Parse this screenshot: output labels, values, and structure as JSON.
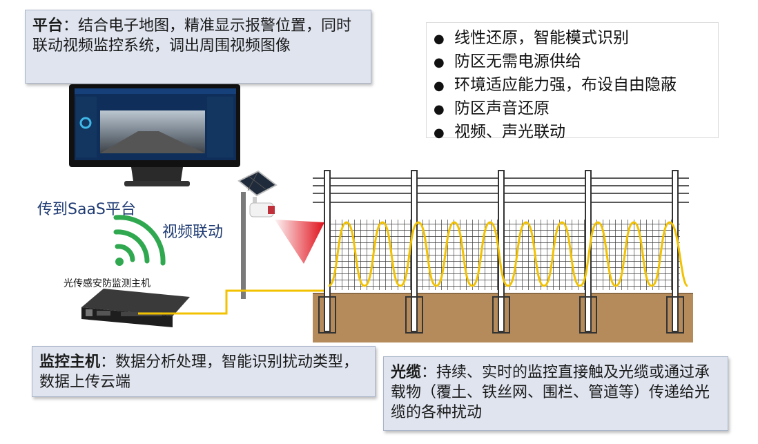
{
  "platform_callout": {
    "title": "平台",
    "text": "：结合电子地图，精准显示报警位置，同时联动视频监控系统，调出周围视频图像"
  },
  "features": [
    "线性还原，智能模式识别",
    "防区无需电源供给",
    "环境适应能力强，布设自由隐蔽",
    "防区声音还原",
    "视频、声光联动"
  ],
  "saas_label": "传到SaaS平台",
  "video_link_label": "视频联动",
  "host_label": "光传感安防监测主机",
  "host_callout": {
    "title": "监控主机",
    "text": "：数据分析处理，智能识别扰动类型，数据上传云端"
  },
  "cable_callout": {
    "title": "光缆",
    "text": "：持续、实时的监控直接触及光缆或通过承载物（覆土、铁丝网、围栏、管道等）传递给光缆的各种扰动"
  },
  "colors": {
    "callout_bg": "#dfe4ef",
    "cable": "#f2c200",
    "wifi": "#2fa84f",
    "soil": "#b58b5c",
    "alarm": "#e0101a",
    "label": "#1f3b73"
  }
}
